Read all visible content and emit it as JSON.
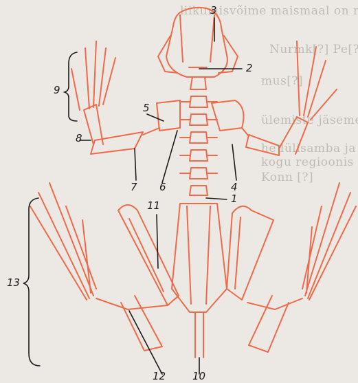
{
  "background_text": {
    "lines": [
      "liikumisvõime maismaal on roh",
      "Nurmk[?] Pe[?] koonsest",
      "mus[?]",
      "ülemiste jäsemete eelmise ja v[?]",
      "he lülisamba ja rinnakuga. Jä",
      "kogu regioonis toodud nime, mõ",
      "Konn [?]"
    ]
  },
  "figure": {
    "bone_color": "#ee6a4a",
    "label_color": "#1a1a1a",
    "labels": [
      "1",
      "2",
      "3",
      "4",
      "5",
      "6",
      "7",
      "8",
      "9",
      "10",
      "11",
      "12",
      "13"
    ]
  }
}
